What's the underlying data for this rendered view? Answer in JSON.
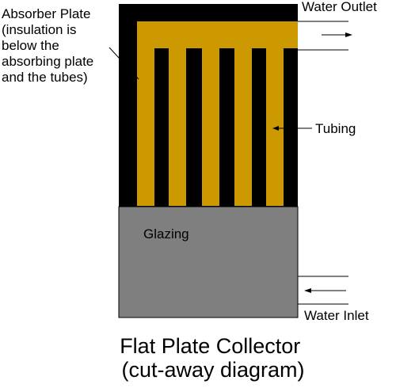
{
  "diagram": {
    "labels": {
      "absorber_lines": [
        "Absorber Plate",
        "(insulation is",
        "below the",
        "absorbing plate",
        "and the tubes)"
      ],
      "water_outlet": "Water Outlet",
      "tubing": "Tubing",
      "glazing": "Glazing",
      "water_inlet": "Water Inlet"
    },
    "caption_lines": [
      "Flat Plate Collector",
      "(cut-away diagram)"
    ],
    "colors": {
      "frame": "#000000",
      "absorber": "#cc9900",
      "glazing": "#7f7f7f",
      "background": "#ffffff"
    }
  }
}
